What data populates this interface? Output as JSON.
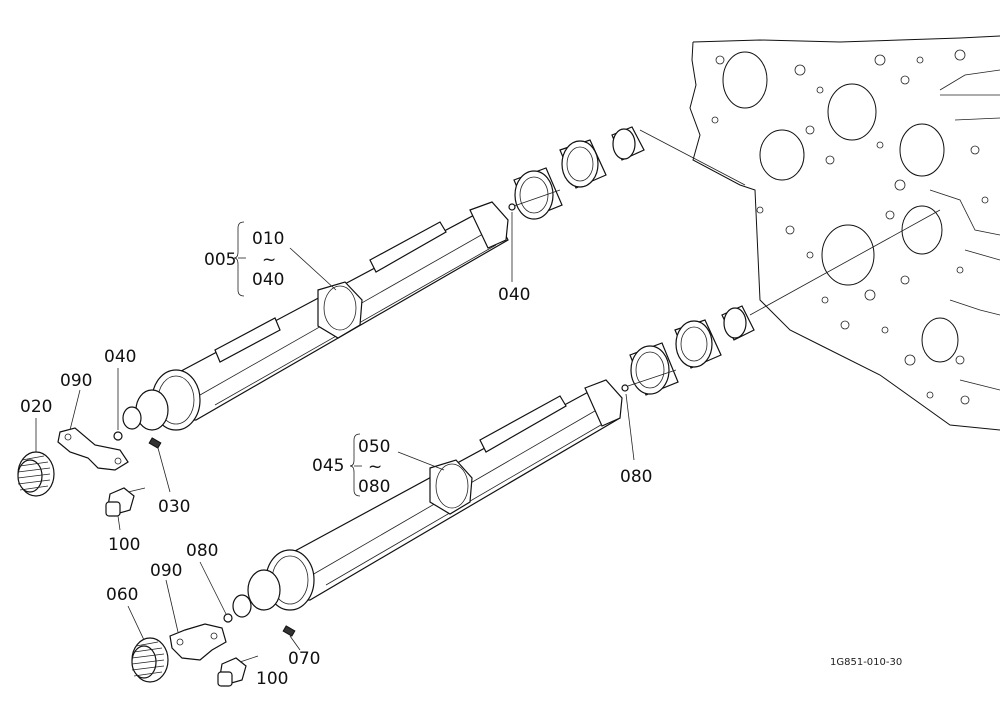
{
  "labels": {
    "l005": "005",
    "l010": "010",
    "l040a": "040",
    "l040b": "040",
    "l040c": "040",
    "l090a": "090",
    "l020": "020",
    "l030": "030",
    "l100a": "100",
    "l045": "045",
    "l050": "050",
    "l080a": "080",
    "l080b": "080",
    "l080c": "080",
    "l090b": "090",
    "l060": "060",
    "l070": "070",
    "l100b": "100",
    "tilde1": "~",
    "tilde2": "~"
  },
  "drawing_code": "1G851-010-30"
}
